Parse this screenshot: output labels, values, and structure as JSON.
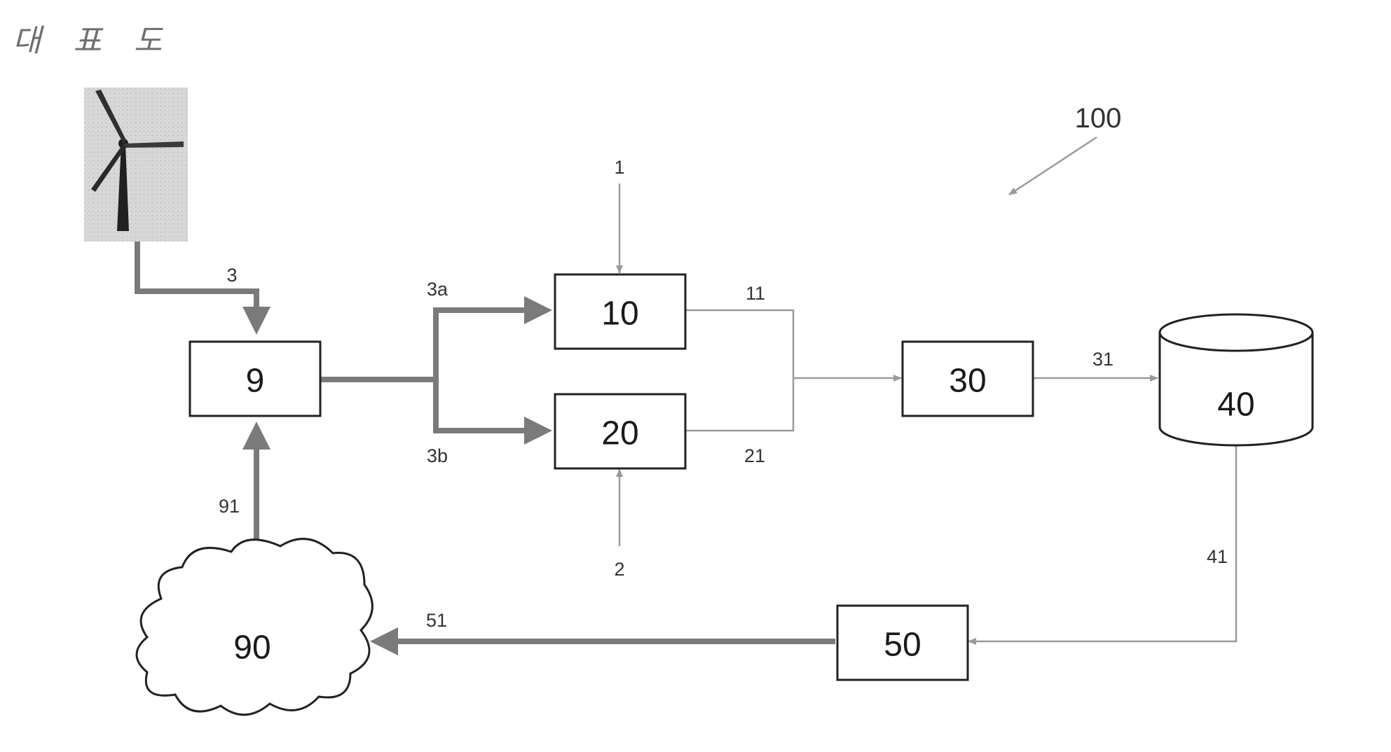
{
  "heading": "대 표 도",
  "system_ref": "100",
  "blocks": {
    "b9": "9",
    "b10": "10",
    "b20": "20",
    "b30": "30",
    "b40": "40",
    "b50": "50",
    "b90": "90"
  },
  "refs": {
    "r1": "1",
    "r2": "2",
    "r3": "3",
    "r3a": "3a",
    "r3b": "3b",
    "r11": "11",
    "r21": "21",
    "r31": "31",
    "r41": "41",
    "r51": "51",
    "r91": "91"
  },
  "colors": {
    "thick_line": "#7a7a7a",
    "thin_line": "#9a9a9a",
    "box_border": "#222222"
  }
}
